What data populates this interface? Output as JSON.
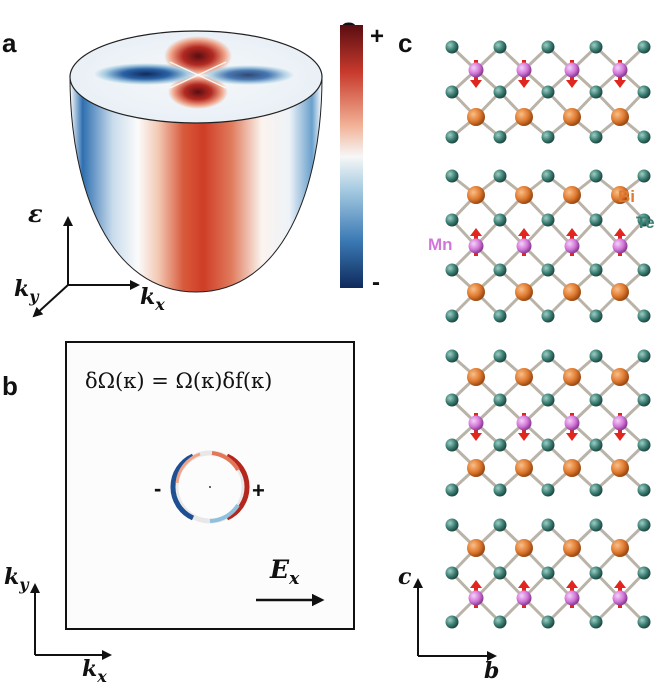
{
  "panels": {
    "a": {
      "label": "a",
      "axes": {
        "energy": "ε",
        "ky": "k",
        "ky_sub": "y",
        "kx": "k",
        "kx_sub": "x"
      },
      "colorbar": {
        "title": "Ω",
        "max_label": "+",
        "min_label": "-"
      }
    },
    "b": {
      "label": "b",
      "equation": "δΩ(κ) = Ω(κ)δf(κ)",
      "left_sign": "-",
      "right_sign": "+",
      "field": {
        "label": "E",
        "sub": "x"
      },
      "axes": {
        "ky": "k",
        "ky_sub": "y",
        "kx": "k",
        "kx_sub": "x"
      }
    },
    "c": {
      "label": "c",
      "species": [
        {
          "name": "Bi",
          "color": "#e07a30"
        },
        {
          "name": "Te",
          "color": "#3d7f74"
        },
        {
          "name": "Mn",
          "color": "#d277d9"
        }
      ],
      "axes": {
        "vertical": "c",
        "horizontal": "b"
      }
    }
  },
  "colors": {
    "red": "#c0392b",
    "blue": "#1d3f7a",
    "bi": "#e07a30",
    "te": "#3d7f74",
    "mn": "#d277d9",
    "spin_arrow": "#e0271f"
  }
}
